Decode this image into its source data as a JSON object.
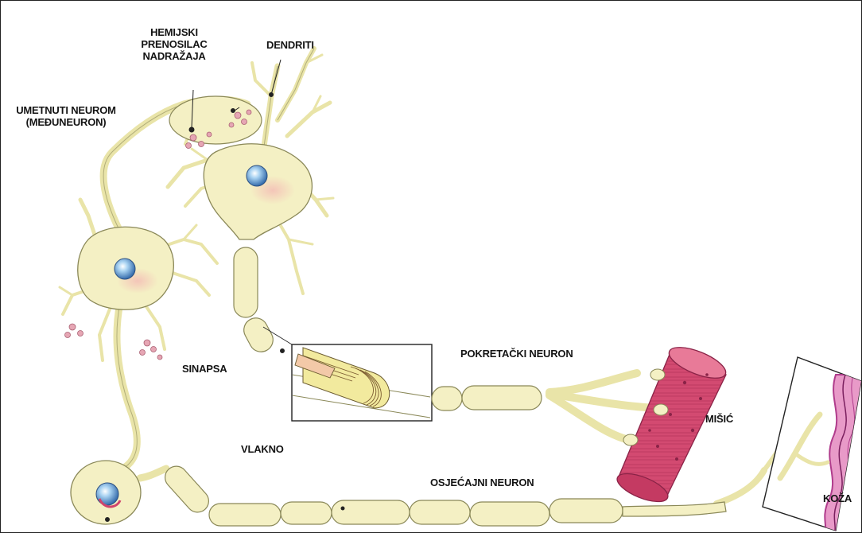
{
  "labels": {
    "hemijski_line1": "HEMIJSKI",
    "hemijski_line2": "PRENOSILAC",
    "hemijski_line3": "NADRAŽAJA",
    "dendriti": "DENDRITI",
    "umetnuti_line1": "UMETNUTI NEUROM",
    "umetnuti_line2": "(MEĐUNEURON)",
    "sinapsa": "SINAPSA",
    "pokretacki": "POKRETAČKI NEURON",
    "misic": "MIŠIĆ",
    "vlakno": "VLAKNO",
    "osjecajni": "OSJEĆAJNI NEURON",
    "koza": "KOŽA"
  },
  "colors": {
    "cell_fill": "#f4f0c4",
    "cell_stroke": "#8a8858",
    "nucleus": "#3f7fc0",
    "muscle": "#d0446c",
    "skin": "#b03c8c",
    "vesicle": "#e6a6b4"
  }
}
